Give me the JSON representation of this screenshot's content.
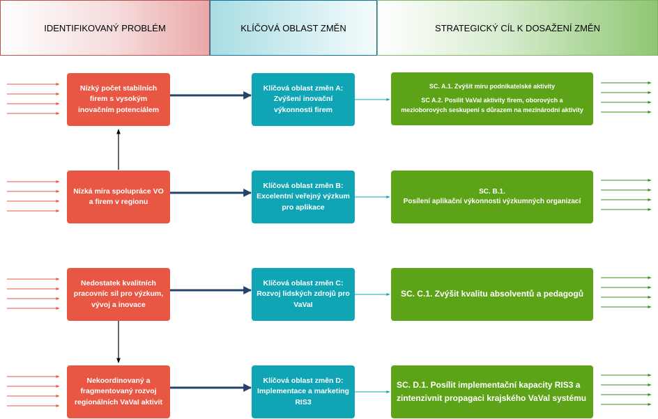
{
  "headers": {
    "problem": "IDENTIFIKOVANÝ PROBLÉM",
    "area": "KLÍČOVÁ OBLAST ZMĚN",
    "goal": "STRATEGICKÝ CÍL K DOSAŽENÍ ZMĚN"
  },
  "rows": [
    {
      "problem": "Nízký počet stabilních firem s vysokým inovačním potenciálem",
      "area": "Klíčová oblast změn A: Zvýšení inovační výkonnosti firem",
      "goal_a1": "SC. A.1. Zvýšit míru podnikatelské aktivity",
      "goal_a2": "SC A.2. Posílit VaVal aktivity firem, oborových a mezioborových seskupení s důrazem na mezinárodní aktivity"
    },
    {
      "problem": "Nízká míra spolupráce VO a firem v regionu",
      "area": "Klíčová oblast změn B: Excelentní veřejný výzkum pro aplikace",
      "goal_title": "SC. B.1.",
      "goal_text": "Posílení aplikační výkonnosti výzkumných organizací"
    },
    {
      "problem": "Nedostatek kvalitních pracovníc sil pro výzkum, vývoj a inovace",
      "area": "Klíčová oblast změn C: Rozvoj lidských zdrojů pro VaVaI",
      "goal": "SC. C.1. Zvýšit kvalitu absolventů a pedagogů"
    },
    {
      "problem": "Nekoordinovaný a fragmentovaný rozvoj regionálních VaVaI aktivit",
      "area": "Klíčová oblast změn D: Implementace a marketing RIS3",
      "goal": "SC. D.1. Posílit implementační kapacity RIS3 a zintenzivnit propagaci krajského VaVal systému"
    }
  ],
  "colors": {
    "problem": "#e85743",
    "area": "#0fa5b5",
    "goal": "#5da317",
    "inbound_arrow": "#e85743",
    "outbound_arrow": "#3d8a1a",
    "main_arrow": "#23456b",
    "area_goal_arrow": "#0fa5b5"
  }
}
